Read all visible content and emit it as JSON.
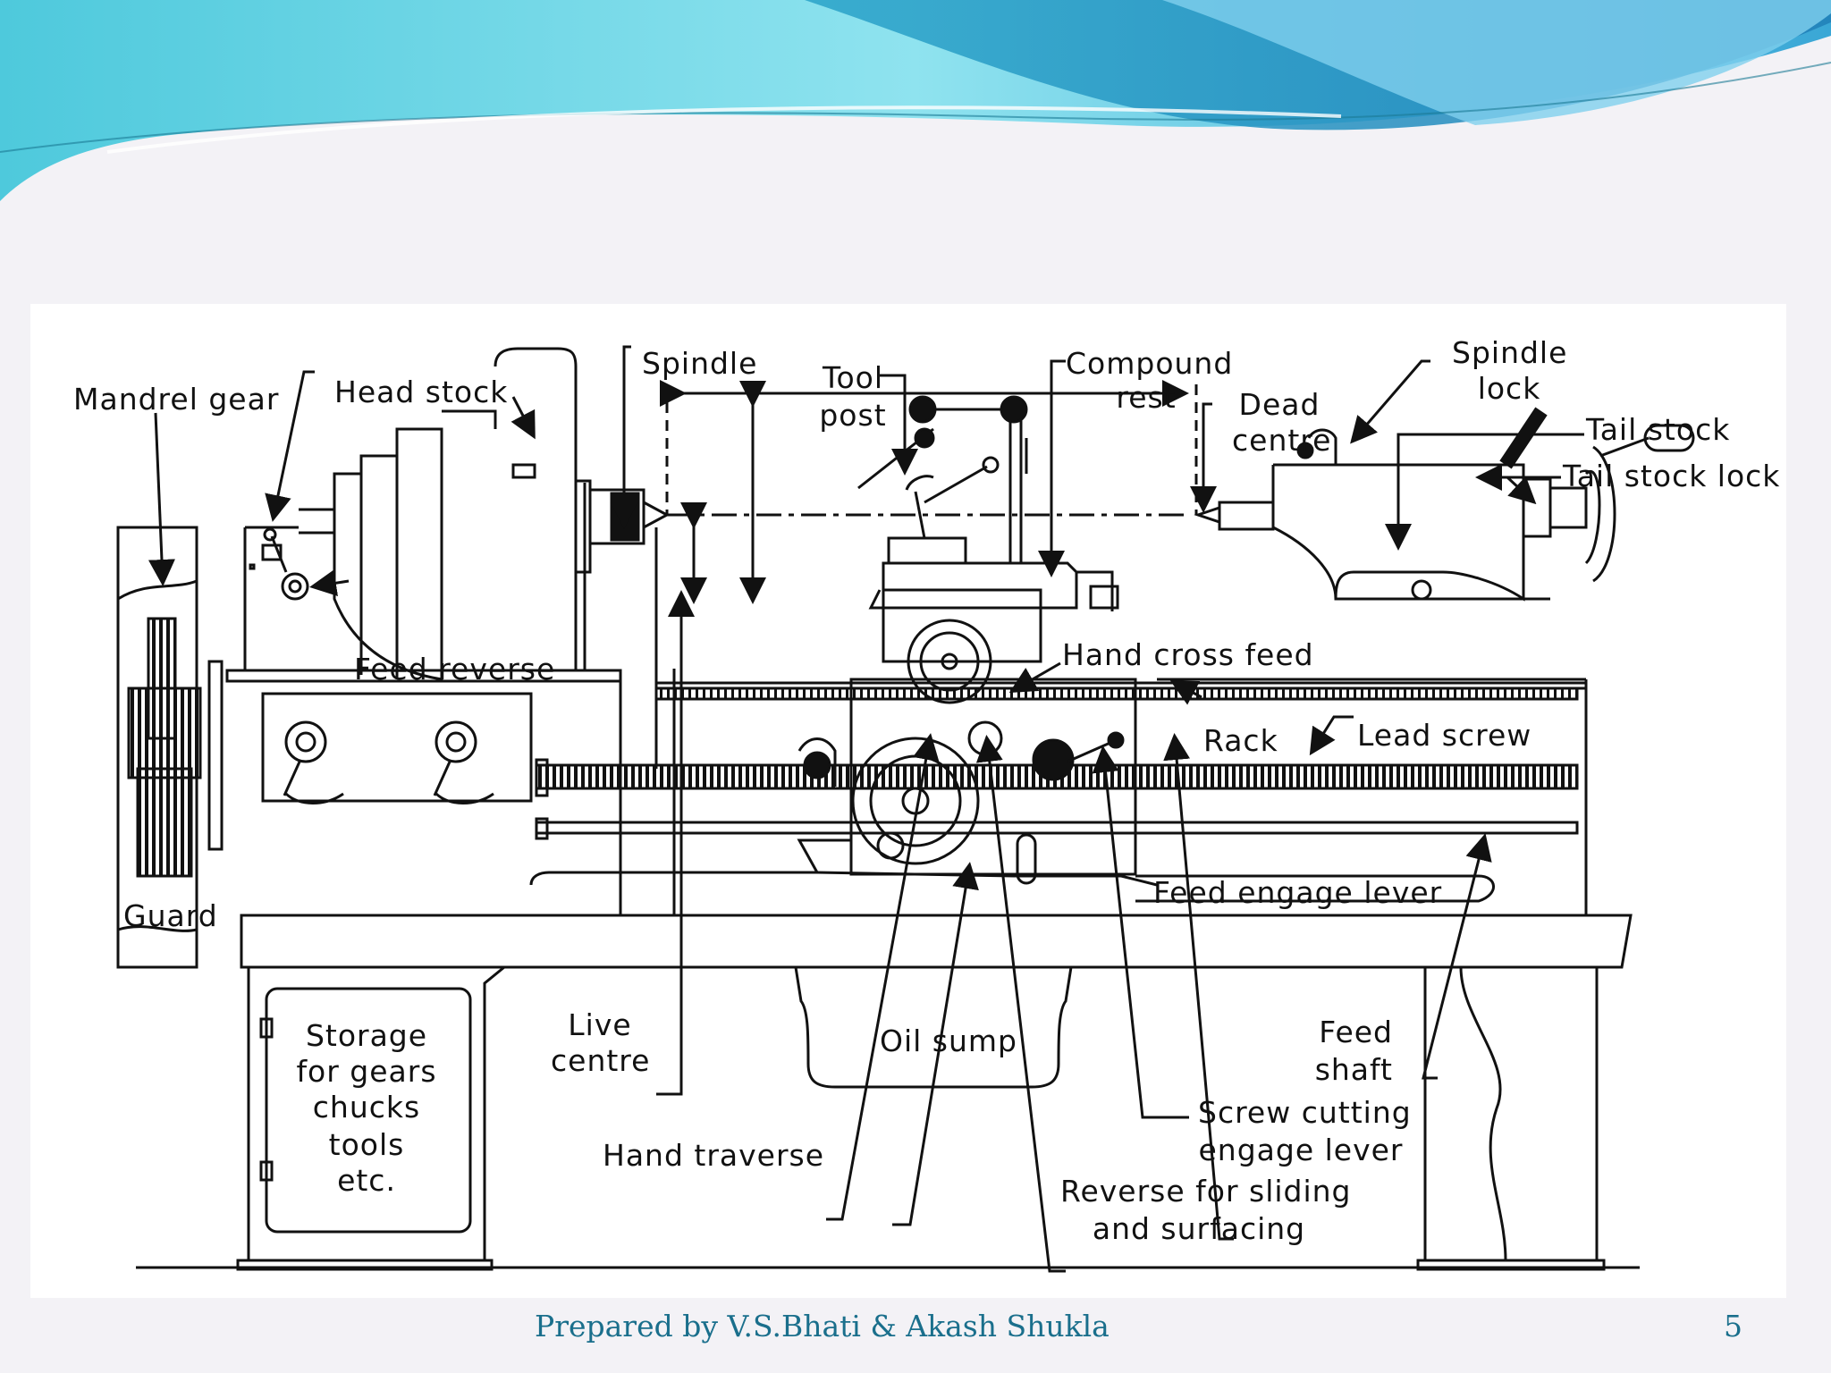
{
  "labels": {
    "mandrel_gear": "Mandrel gear",
    "head_stock": "Head stock",
    "spindle": "Spindle",
    "tool_post": [
      "Tool",
      "post"
    ],
    "compound_rest": [
      "Compound",
      "rest"
    ],
    "dead_centre": [
      "Dead",
      "centre"
    ],
    "spindle_lock": [
      "Spindle",
      "lock"
    ],
    "tail_stock": "Tail stock",
    "tail_stock_lock": "Tail stock lock",
    "feed_reverse": "Feed reverse",
    "hand_cross_feed": "Hand cross feed",
    "rack": "Rack",
    "lead_screw": "Lead screw",
    "guard": "Guard",
    "feed_engage_lever": "Feed engage lever",
    "storage": [
      "Storage",
      "for gears",
      "chucks",
      "tools",
      "etc."
    ],
    "live_centre": [
      "Live",
      "centre"
    ],
    "oil_sump": "Oil sump",
    "feed_shaft": [
      "Feed",
      "shaft"
    ],
    "hand_traverse": "Hand traverse",
    "screw_cutting": [
      "Screw cutting",
      "engage lever"
    ],
    "reverse_sliding": [
      "Reverse for sliding",
      "and surfacing"
    ]
  },
  "footer": {
    "credit": "Prepared by  V.S.Bhati  &   Akash Shukla",
    "page_number": "5"
  }
}
